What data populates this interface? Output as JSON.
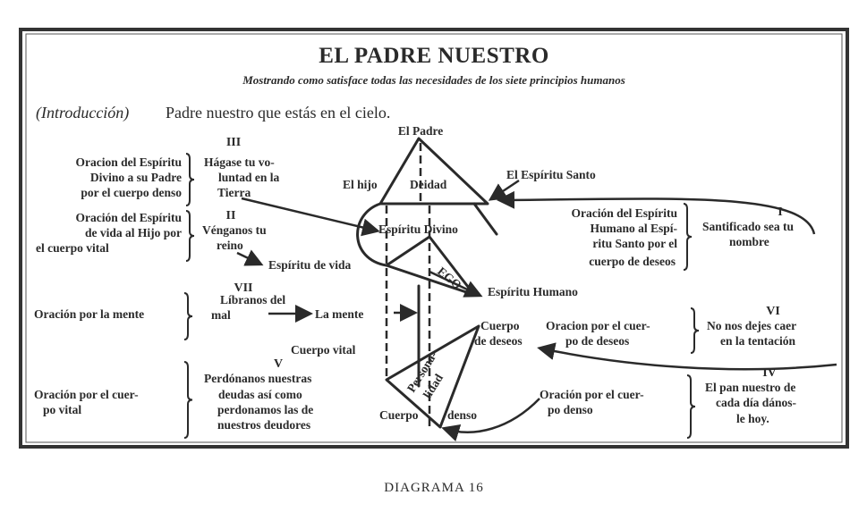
{
  "title": "EL PADRE NUESTRO",
  "subtitle": "Mostrando como satisface todas las necesidades de los siete principios humanos",
  "intro": {
    "label": "(Introducción)",
    "text": "Padre nuestro que estás en el cielo."
  },
  "nodes": {
    "padre": "El Padre",
    "hijo": "El hijo",
    "deidad": "Deidad",
    "santo": "El Espíritu Santo",
    "divino": "Espíritu Divino",
    "vida": "Espíritu de vida",
    "ego": "EGO",
    "humano": "Espíritu Humano",
    "mente": "La mente",
    "deseos": [
      "Cuerpo",
      "de deseos"
    ],
    "vital": "Cuerpo vital",
    "personalidad": [
      "Persona-",
      "lidad"
    ],
    "denso": [
      "Cuerpo",
      "denso"
    ]
  },
  "petitions": [
    {
      "num": "I",
      "lines": [
        "Santificado sea tu",
        "nombre"
      ],
      "prayer": [
        "Oración del Espíritu",
        "Humano al Espí-",
        "ritu Santo por el",
        "cuerpo de deseos"
      ]
    },
    {
      "num": "II",
      "lines": [
        "Vénganos tu",
        "reino"
      ],
      "prayer": [
        "Oración del Espíritu",
        "de vida al Hijo por",
        "el cuerpo vital"
      ]
    },
    {
      "num": "III",
      "lines": [
        "Hágase tu vo-",
        "luntad en la",
        "Tierra"
      ],
      "prayer": [
        "Oracion del Espíritu",
        "Divino a su Padre",
        "por el cuerpo denso"
      ]
    },
    {
      "num": "IV",
      "lines": [
        "El pan nuestro de",
        "cada día dános-",
        "le hoy."
      ],
      "prayer": [
        "Oración por el cuer-",
        "po denso"
      ]
    },
    {
      "num": "V",
      "lines": [
        "Perdónanos nuestras",
        "deudas así como",
        "perdonamos las de",
        "nuestros deudores"
      ],
      "prayer": [
        "Oración por el cuer-",
        "po vital"
      ]
    },
    {
      "num": "VI",
      "lines": [
        "No nos dejes caer",
        "en la tentación"
      ],
      "prayer": [
        "Oracion por el cuer-",
        "po de deseos"
      ]
    },
    {
      "num": "VII",
      "lines": [
        "Líbranos del",
        "mal"
      ],
      "prayer": [
        "Oración por la mente"
      ]
    }
  ],
  "caption": "DIAGRAMA 16"
}
